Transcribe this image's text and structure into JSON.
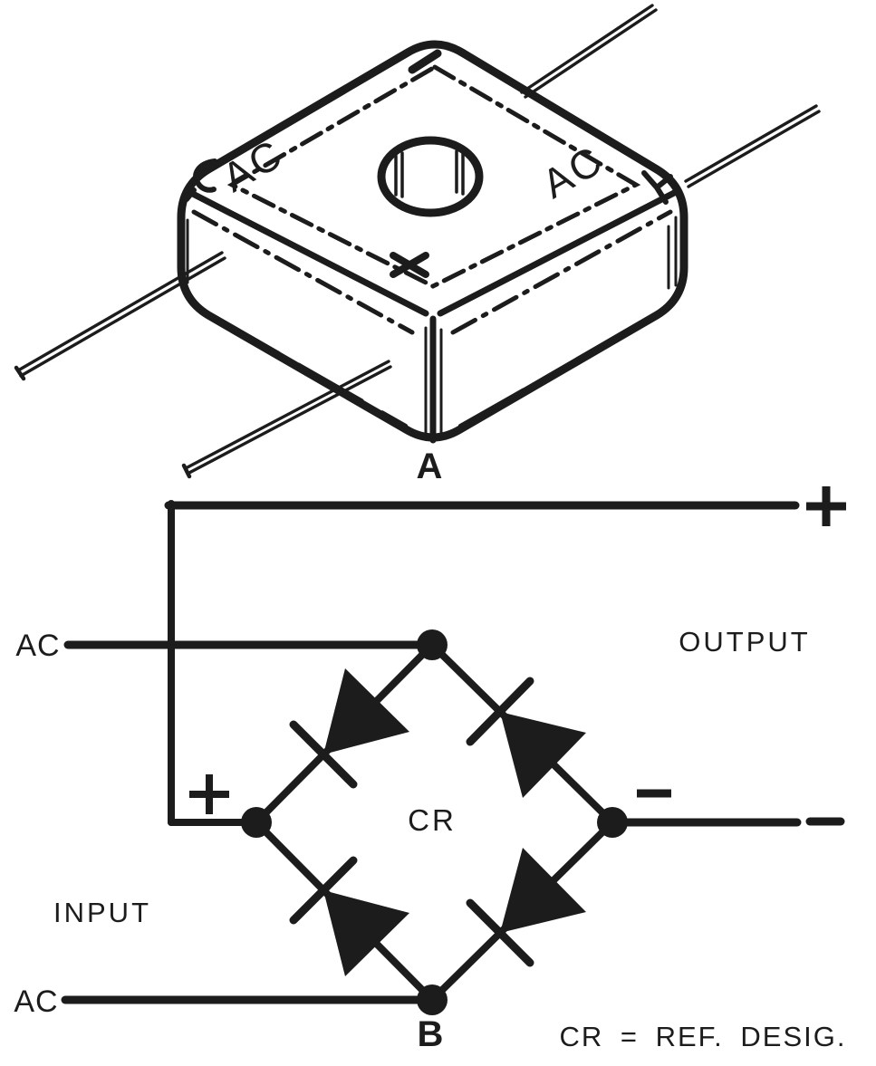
{
  "colors": {
    "background": "#ffffff",
    "ink": "#1c1c1c"
  },
  "part_a": {
    "label": "A",
    "ac_left": "AC",
    "ac_right": "AC",
    "minus_marking": "−",
    "plus_marking": "+"
  },
  "part_b": {
    "label": "B",
    "ac_top": "AC",
    "ac_bottom": "AC",
    "input": "INPUT",
    "output": "OUTPUT",
    "designator": "CR",
    "plus_output": "+",
    "minus_output": "−",
    "footnote": "CR = REF. DESIG."
  }
}
